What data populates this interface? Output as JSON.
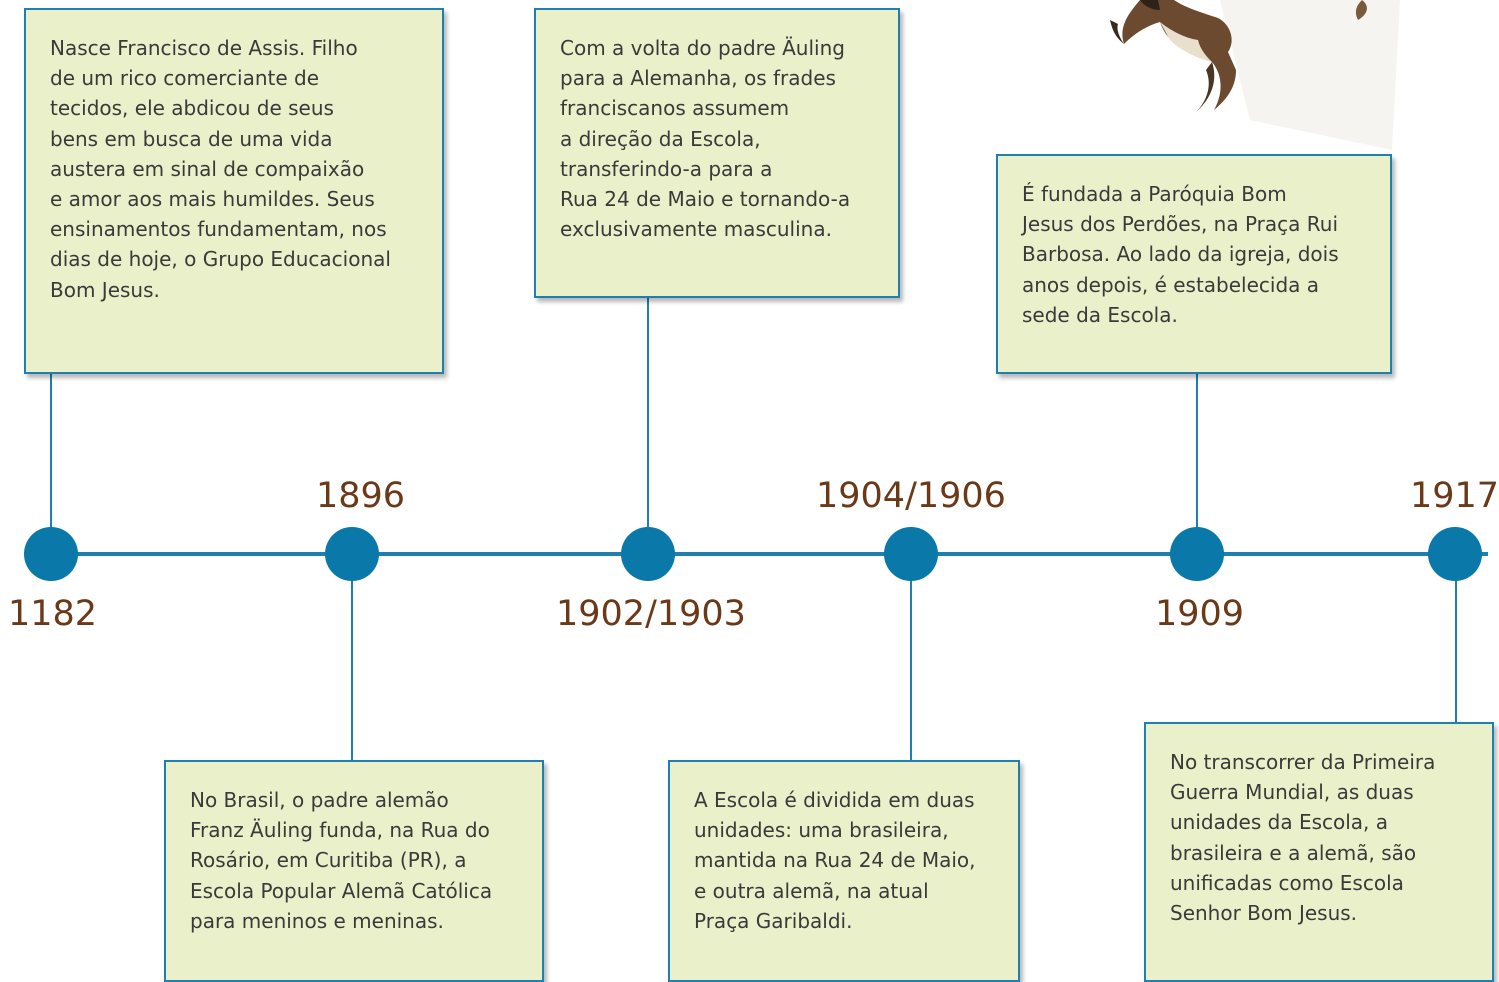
{
  "timeline": {
    "events": [
      {
        "year": "1182",
        "lines": [
          "Nasce Francisco de Assis. Filho",
          "de um rico comerciante de",
          "tecidos, ele abdicou de seus",
          "bens em busca de uma vida",
          "austera em sinal de compaixão",
          "e amor aos mais humildes. Seus",
          "ensinamentos fundamentam, nos",
          "dias de hoje, o Grupo Educacional",
          "Bom Jesus."
        ]
      },
      {
        "year": "1896",
        "lines": [
          "No Brasil, o padre alemão",
          "Franz Äuling funda, na Rua do",
          "Rosário, em Curitiba (PR), a",
          "Escola Popular Alemã Católica",
          "para meninos e meninas."
        ]
      },
      {
        "year": "1902/1903",
        "lines": [
          "Com a volta do padre Äuling",
          "para a Alemanha, os frades",
          "franciscanos assumem",
          "a direção da Escola,",
          "transferindo-a para a",
          "Rua 24 de Maio e tornando-a",
          "exclusivamente masculina."
        ]
      },
      {
        "year": "1904/1906",
        "lines": [
          "A Escola é dividida em duas",
          "unidades: uma brasileira,",
          "mantida na Rua 24 de Maio,",
          "e outra alemã, na atual",
          "Praça Garibaldi."
        ]
      },
      {
        "year": "1909",
        "lines": [
          "É fundada a Paróquia Bom",
          "Jesus dos Perdões, na Praça Rui",
          "Barbosa. Ao lado da igreja, dois",
          "anos depois, é estabelecida a",
          "sede da Escola."
        ]
      },
      {
        "year": "1917",
        "lines": [
          "No transcorrer da Primeira",
          "Guerra Mundial, as duas",
          "unidades da Escola, a",
          "brasileira e a alemã, são",
          "unificadas como Escola",
          "Senhor Bom Jesus."
        ]
      }
    ]
  },
  "colors": {
    "line": "#1f7fae",
    "dot": "#0a78a8",
    "year_text": "#6b3818",
    "box_fill": "#eaf0c9"
  },
  "decoration": {
    "image": "bird-illustration"
  }
}
